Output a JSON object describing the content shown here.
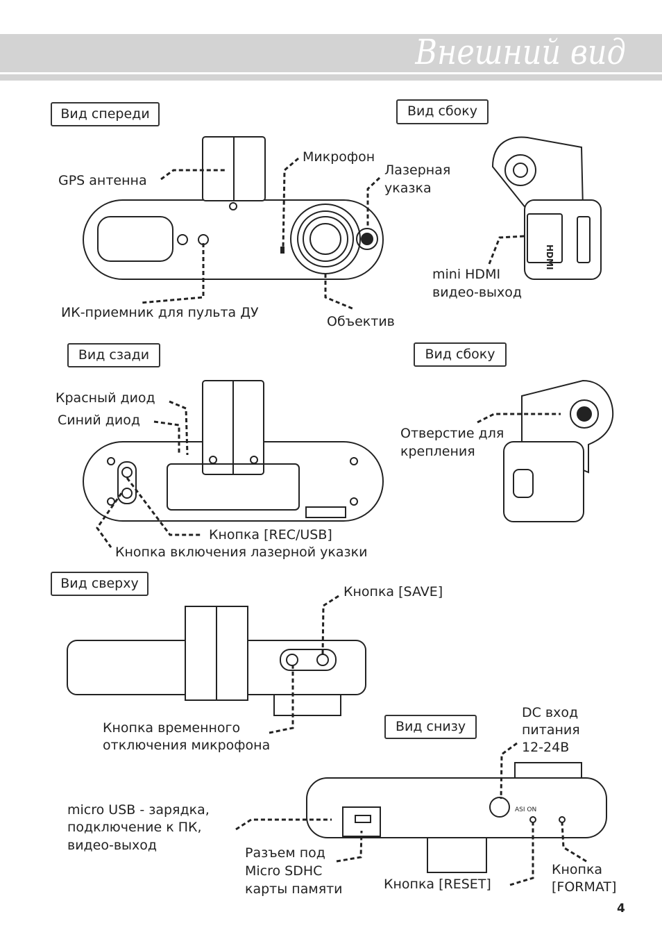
{
  "header": {
    "title": "Внешний вид",
    "band_color": "#d3d3d3"
  },
  "views": {
    "front": "Вид спереди",
    "side1": "Вид сбоку",
    "rear": "Вид сзади",
    "side2": "Вид сбоку",
    "top": "Вид сверху",
    "bottom": "Вид снизу"
  },
  "labels": {
    "gps": "GPS антенна",
    "mic": "Микрофон",
    "laser1": "Лазерная",
    "laser2": "указка",
    "hdmi1": "mini HDMI",
    "hdmi2": "видео-выход",
    "ir": "ИК-приемник для пульта ДУ",
    "lens": "Объектив",
    "red": "Красный диод",
    "blue": "Синий диод",
    "mount1": "Отверстие для",
    "mount2": "крепления",
    "rec": "Кнопка [REC/USB]",
    "laserbtn": "Кнопка включения лазерной указки",
    "save": "Кнопка [SAVE]",
    "mute1": "Кнопка временного",
    "mute2": "отключения микрофона",
    "dc1": "DC вход",
    "dc2": "питания",
    "dc3": "12-24В",
    "usb1": "micro USB - зарядка,",
    "usb2": "подключение к ПК,",
    "usb3": "видео-выход",
    "sd1": "Разъем под",
    "sd2": "Micro SDHC",
    "sd3": "карты памяти",
    "reset": "Кнопка [RESET]",
    "fmt1": "Кнопка",
    "fmt2": "[FORMAT]",
    "hdmi_mark": "HDMI"
  },
  "page_number": "4"
}
